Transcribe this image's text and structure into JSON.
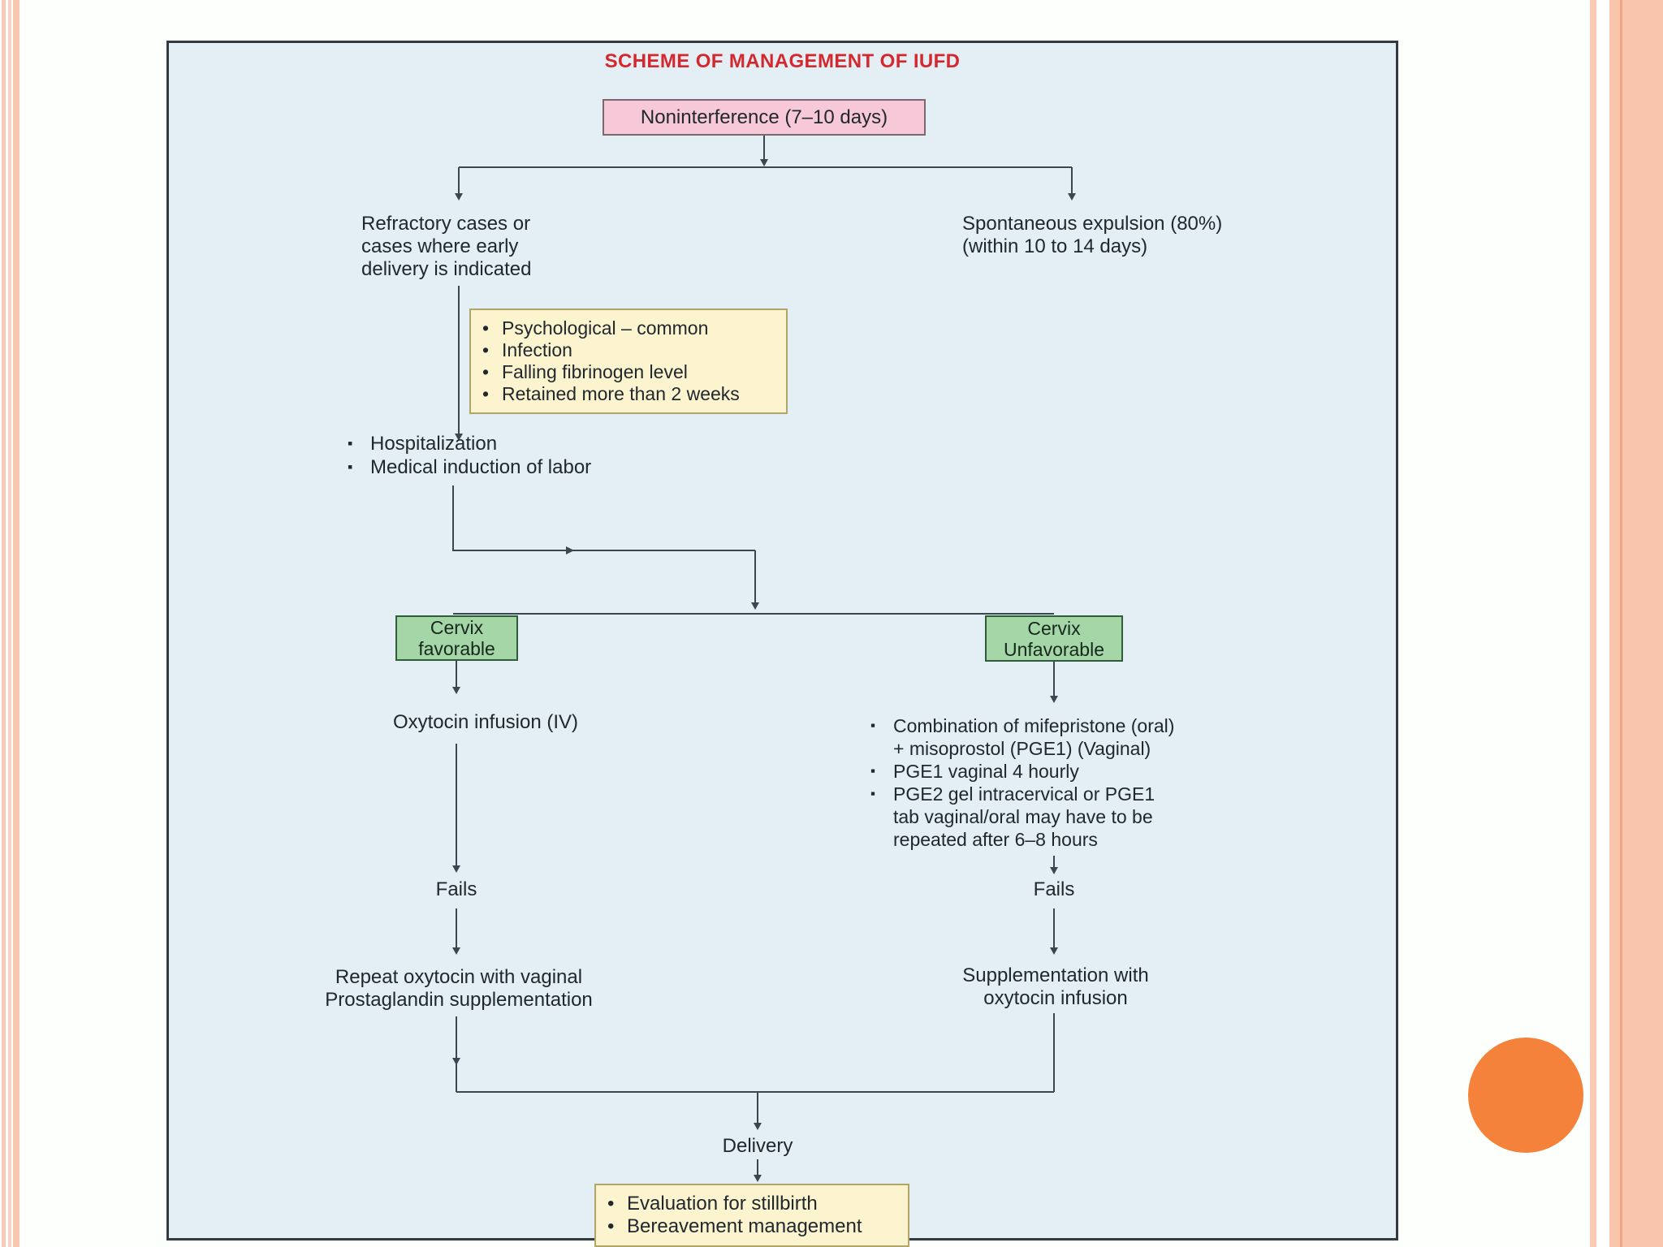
{
  "title": "SCHEME OF MANAGEMENT OF IUFD",
  "glyphs": {
    "round_bullet": "•",
    "square_bullet": "▪"
  },
  "colors": {
    "title_red": "#d4282e",
    "panel_bg": "#e3eff5",
    "panel_border": "#333b41",
    "pink_box": "#f6c8d8",
    "green_box": "#a5d6a7",
    "yellow_box": "#fcf4cf",
    "wire": "#3a4750",
    "stripe_peach": "#f8c5ad",
    "circle_orange": "#f4823a"
  },
  "nodes": {
    "noninterference": "Noninterference (7–10 days)",
    "refractory": [
      "Refractory cases or",
      "cases where early",
      "delivery is indicated"
    ],
    "spontaneous": [
      "Spontaneous expulsion (80%)",
      "(within 10 to 14 days)"
    ],
    "indications": [
      "Psychological – common",
      "Infection",
      "Falling fibrinogen level",
      "Retained more than 2 weeks"
    ],
    "management": [
      "Hospitalization",
      "Medical induction of labor"
    ],
    "cervix_favorable": [
      "Cervix",
      "favorable"
    ],
    "cervix_unfavorable": [
      "Cervix",
      "Unfavorable"
    ],
    "oxytocin": "Oxytocin infusion (IV)",
    "unfavorable_options": [
      "Combination of mifepristone (oral)",
      "+ misoprostol (PGE1) (Vaginal)",
      "PGE1 vaginal 4 hourly",
      "PGE2 gel intracervical or PGE1",
      "tab vaginal/oral may have to be",
      "repeated after 6–8 hours"
    ],
    "fails_left": "Fails",
    "fails_right": "Fails",
    "repeat_oxytocin": [
      "Repeat oxytocin with vaginal",
      "Prostaglandin supplementation"
    ],
    "supplementation": [
      "Supplementation with",
      "oxytocin infusion"
    ],
    "delivery": "Delivery",
    "final_steps": [
      "Evaluation for stillbirth",
      "Bereavement management"
    ]
  }
}
